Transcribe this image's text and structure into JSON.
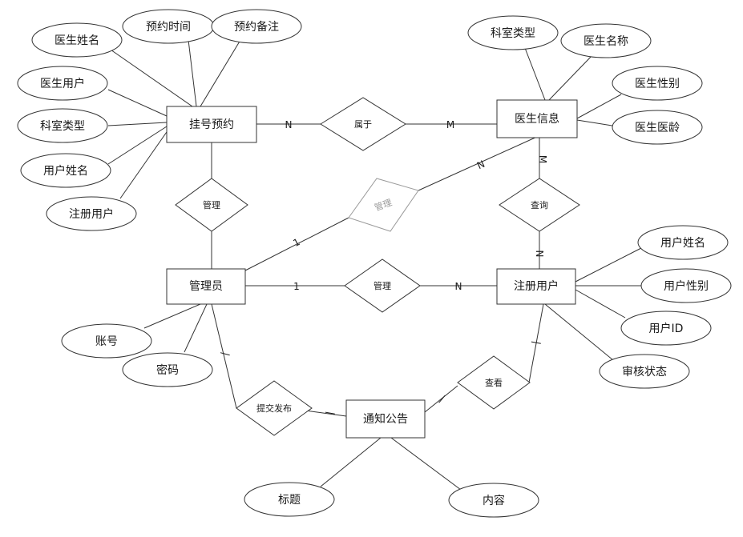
{
  "entities": {
    "guahao": "挂号预约",
    "doctor": "医生信息",
    "admin": "管理员",
    "user": "注册用户",
    "notice": "通知公告"
  },
  "relationships": {
    "belongs": "属于",
    "manage_guahao": "管理",
    "manage_doctor": "管理",
    "manage_user": "管理",
    "query": "查询",
    "view": "查看",
    "submit": "提交发布"
  },
  "attributes": {
    "guahao": [
      "医生姓名",
      "预约时间",
      "预约备注",
      "医生用户",
      "科室类型",
      "用户姓名",
      "注册用户"
    ],
    "doctor": [
      "科室类型",
      "医生名称",
      "医生性别",
      "医生医龄"
    ],
    "user": [
      "用户姓名",
      "用户性别",
      "用户ID",
      "审核状态"
    ],
    "admin": [
      "账号",
      "密码"
    ],
    "notice": [
      "标题",
      "内容"
    ]
  },
  "cardinalities": {
    "guahao_belongs": "N",
    "belongs_doctor": "M",
    "admin_manage_doctor": "1",
    "manage_doctor_doctor": "N",
    "doctor_query": "M",
    "query_user": "N",
    "admin_manage_user": "1",
    "manage_user_user": "N",
    "admin_submit": "|",
    "submit_notice": "|",
    "notice_view": "|",
    "view_user": "|"
  }
}
